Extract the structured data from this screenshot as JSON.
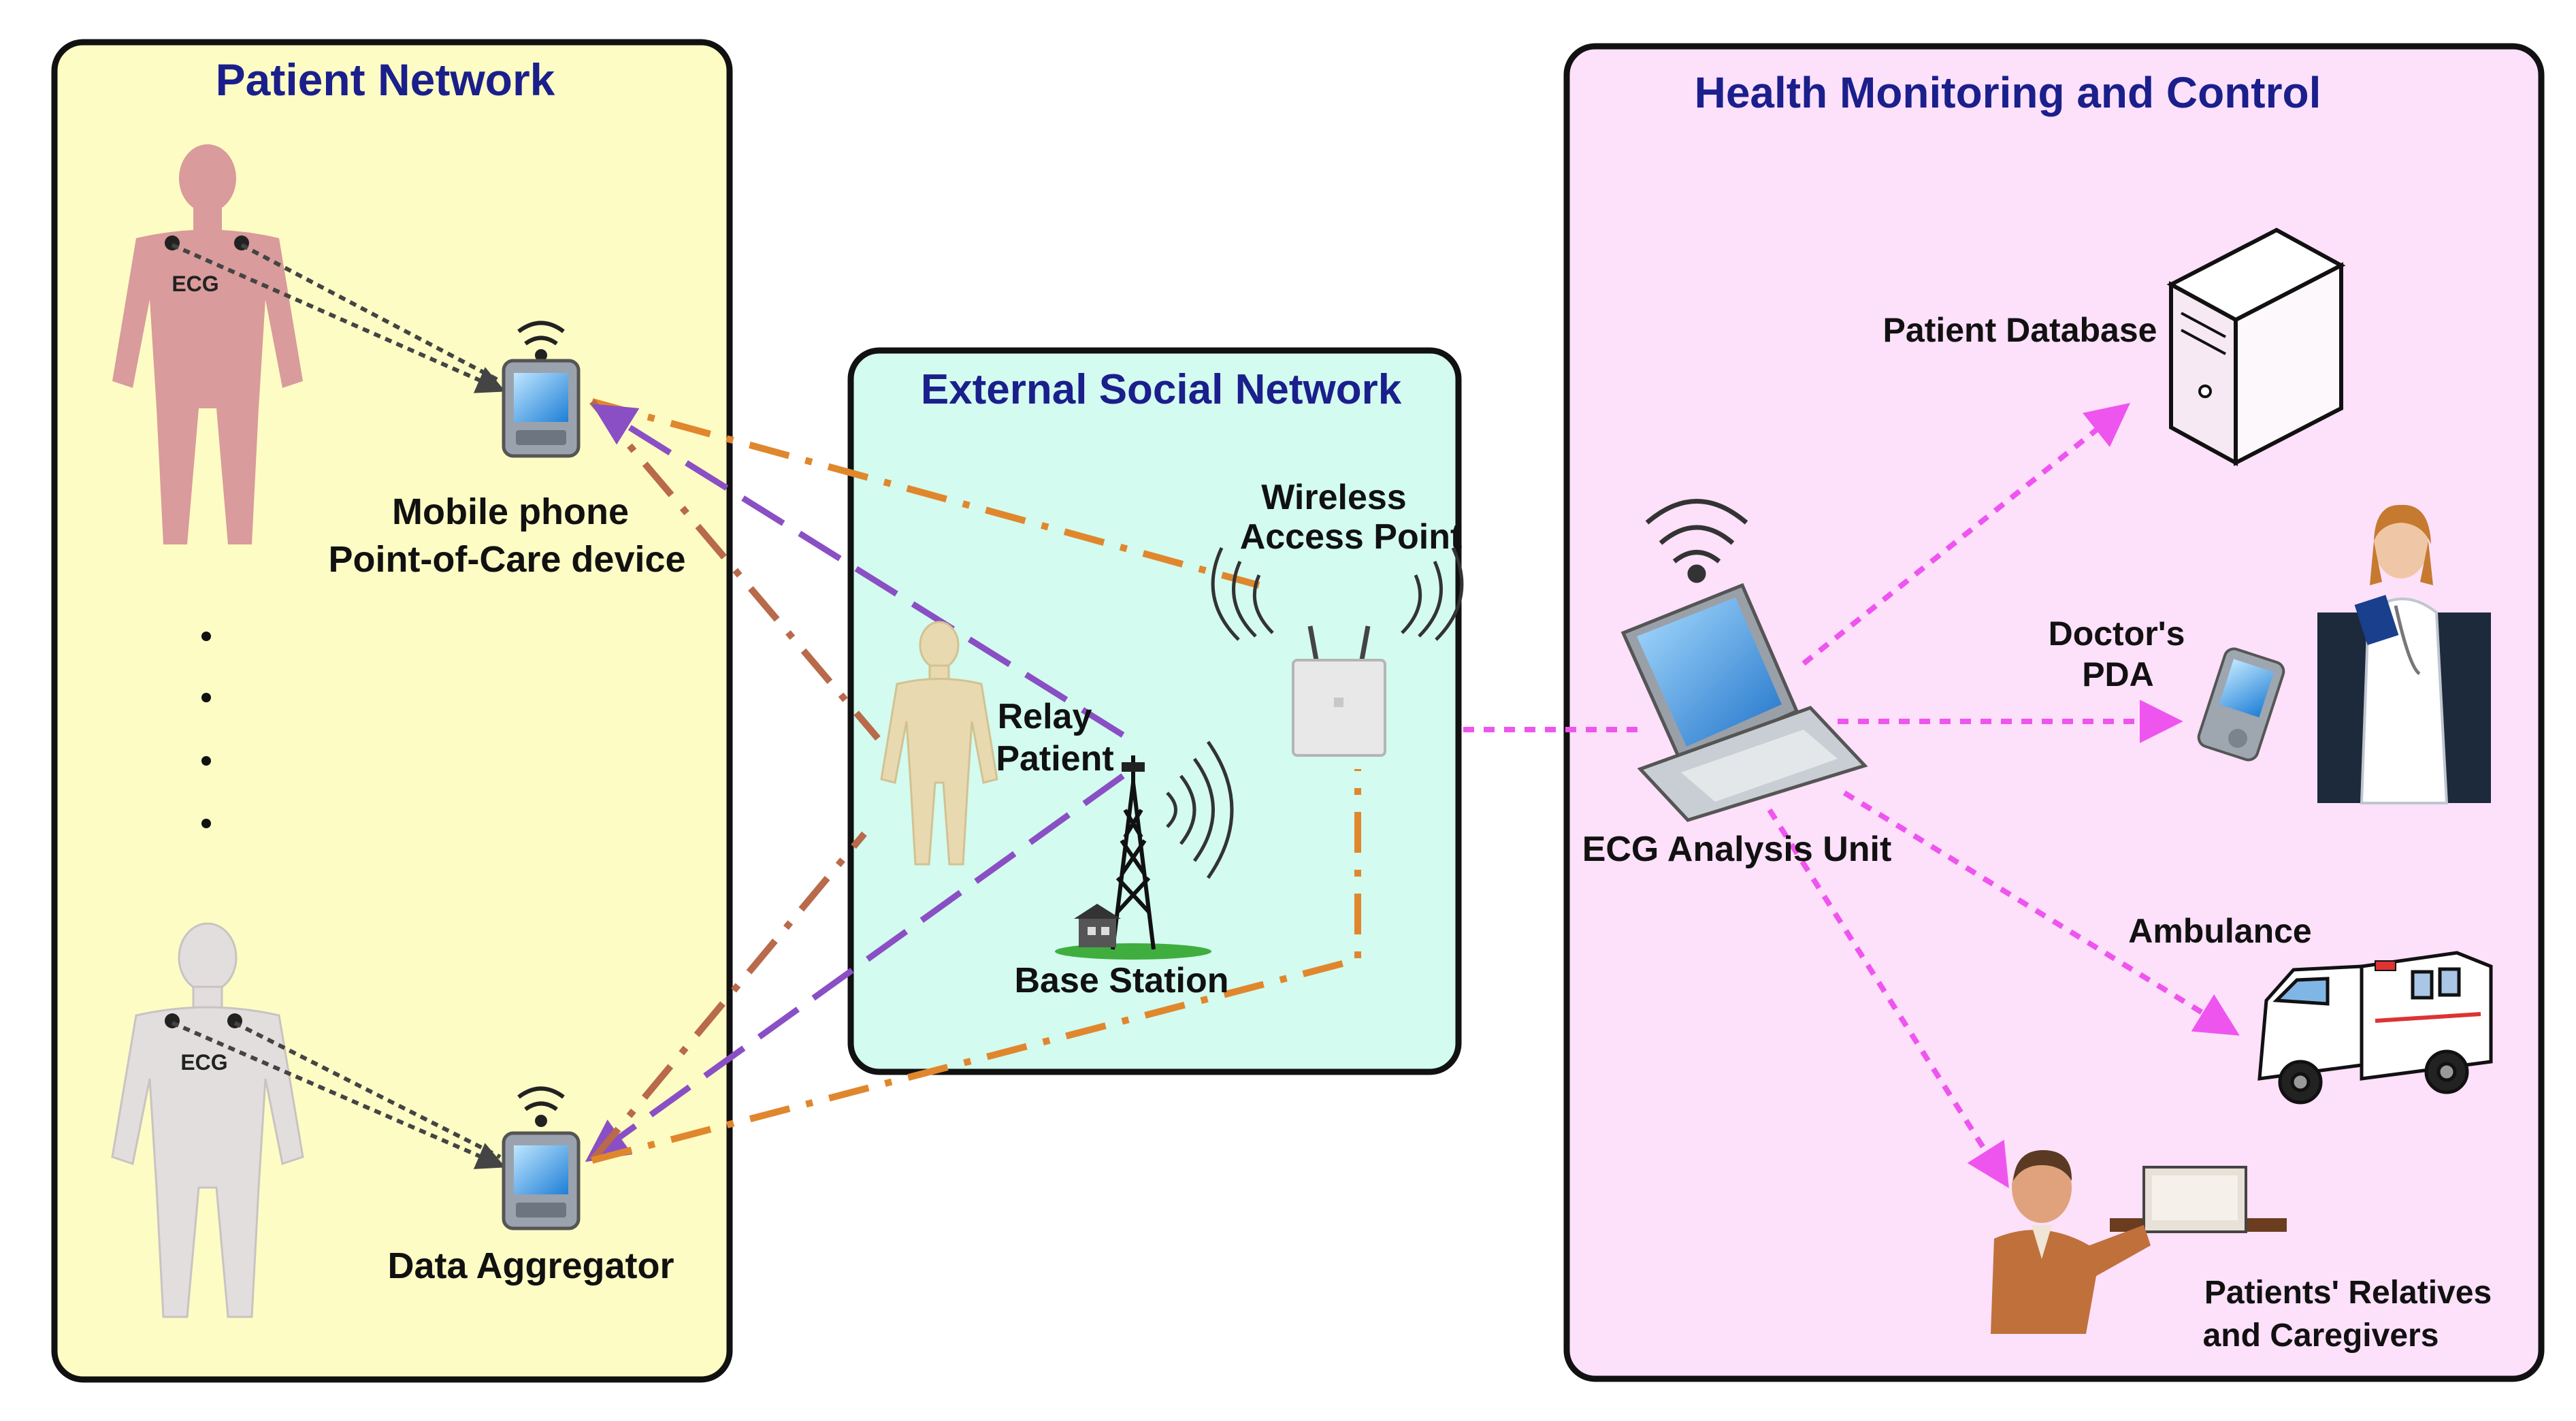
{
  "panels": {
    "patient_network": {
      "title": "Patient Network",
      "bg": "#fdfcc4",
      "title_color": "#1a1f8c"
    },
    "external_social": {
      "title": "External Social Network",
      "bg": "#d3fbef",
      "title_color": "#1a1f8c"
    },
    "health_monitoring": {
      "title": "Health Monitoring and Control",
      "bg": "#fde0fa",
      "title_color": "#1a1f8c"
    }
  },
  "labels": {
    "ecg_top": "ECG",
    "ecg_bottom": "ECG",
    "mobile_phone_line1": "Mobile phone",
    "mobile_phone_line2": "Point-of-Care device",
    "data_aggregator": "Data Aggregator",
    "wireless_ap_line1": "Wireless",
    "wireless_ap_line2": "Access Point",
    "relay_line1": "Relay",
    "relay_line2": "Patient",
    "base_station": "Base Station",
    "ecg_analysis": "ECG Analysis Unit",
    "patient_database": "Patient Database",
    "doctor_line1": "Doctor's",
    "doctor_line2": "PDA",
    "ambulance": "Ambulance",
    "relatives_line1": "Patients' Relatives",
    "relatives_line2": "and Caregivers"
  },
  "colors": {
    "orange_link": "#e0872e",
    "brown_link": "#b86a4a",
    "purple_link": "#8a4fc4",
    "magenta_link": "#ee55ee",
    "ecg_dots": "#444444"
  }
}
